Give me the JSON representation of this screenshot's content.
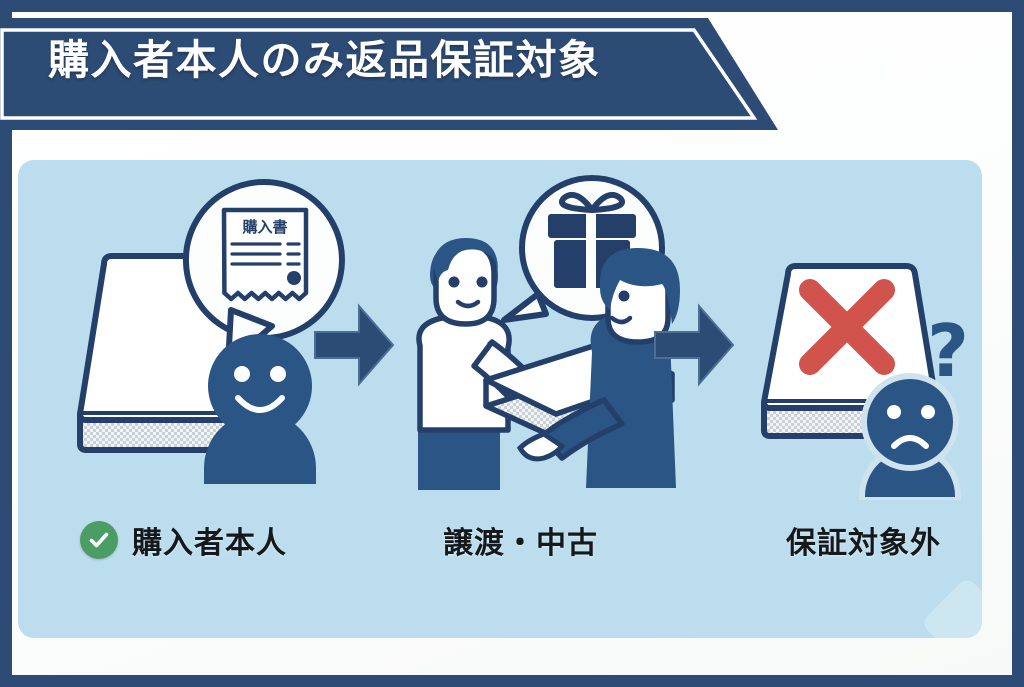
{
  "poster": {
    "frame_color": "#2d4c75",
    "sheet_color": "#ffffff",
    "panel_color": "#bcdded",
    "navy": "#2d4c75",
    "navy_dark": "#1f3a5c",
    "red": "#d0534c",
    "green": "#4a9e63"
  },
  "header": {
    "title": "購入者本人のみ返品保証対象",
    "banner_shape": "chevron-ribbon"
  },
  "panel": {
    "steps": [
      {
        "id": "step-1",
        "caption": "購入者本人",
        "badge": "check-circle-icon",
        "badge_color": "#4a9e63",
        "bubble_text": "購入書",
        "bubble_icon": "receipt-icon",
        "face": "smiling-face-icon",
        "mattress": "mattress-icon"
      },
      {
        "id": "step-2",
        "caption": "譲渡・中古",
        "badge": null,
        "bubble_icon": "gift-icon",
        "figures": "two-people-handing-mattress-icon"
      },
      {
        "id": "step-3",
        "caption": "保証対象外",
        "badge": null,
        "mark": "red-cross-icon",
        "face": "sad-face-icon",
        "extra_icon": "question-mark-icon",
        "mattress": "mattress-icon"
      }
    ],
    "arrows": [
      {
        "id": "arrow-1",
        "direction": "right"
      },
      {
        "id": "arrow-2",
        "direction": "right"
      }
    ]
  }
}
